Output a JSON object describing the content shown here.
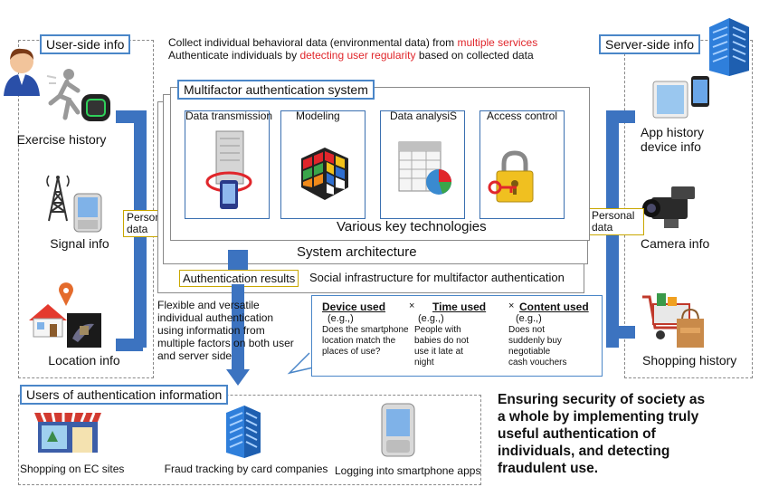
{
  "top_text": {
    "line1_prefix": "Collect individual behavioral data (environmental data) from ",
    "line1_highlight": "multiple services",
    "line2_prefix": "Authenticate individuals by ",
    "line2_highlight": "detecting user regularity",
    "line2_suffix": " based on collected data"
  },
  "user_side": {
    "title": "User-side info",
    "items": [
      "Exercise history",
      "Signal info",
      "Location info"
    ]
  },
  "server_side": {
    "title": "Server-side info",
    "items": [
      "App history\ndevice info",
      "Camera info",
      "Shopping history"
    ]
  },
  "system": {
    "title": "Multifactor authentication system",
    "modules": [
      "Data transmission",
      "Modeling",
      "Data analysiS",
      "Access control"
    ],
    "key_tech": "Various key technologies",
    "architecture": "System architecture",
    "infrastructure": "Social infrastructure for multifactor authentication",
    "results_label": "Authentication results"
  },
  "personal_data_left": "Personal\ndata",
  "personal_data_right": "Personal\ndata",
  "flexible_text": "Flexible and versatile\nindividual authentication\nusing information from\nmultiple factors on both user\nand server side",
  "callout": {
    "times": "×",
    "columns": [
      {
        "head": "Device used",
        "eg": "(e.g.,)",
        "body": "Does the smartphone\nlocation match the\nplaces of use?"
      },
      {
        "head": "Time used",
        "eg": "(e.g.,)",
        "body": "People with\nbabies do not\nuse it late at\nnight"
      },
      {
        "head": "Content used",
        "eg": "(e.g.,)",
        "body": "Does not\nsuddenly buy\nnegotiable\ncash vouchers"
      }
    ]
  },
  "users_box": {
    "title": "Users of authentication information",
    "items": [
      "Shopping on EC sites",
      "Fraud tracking by card companies",
      "Logging into smartphone apps"
    ]
  },
  "conclusion": "Ensuring security of society as\na whole by implementing truly\nuseful authentication of\nindividuals, and detecting\nfraudulent use.",
  "colors": {
    "accent_blue": "#3c73c0",
    "highlight_red": "#e0262b",
    "box_border": "#4a86c8"
  }
}
